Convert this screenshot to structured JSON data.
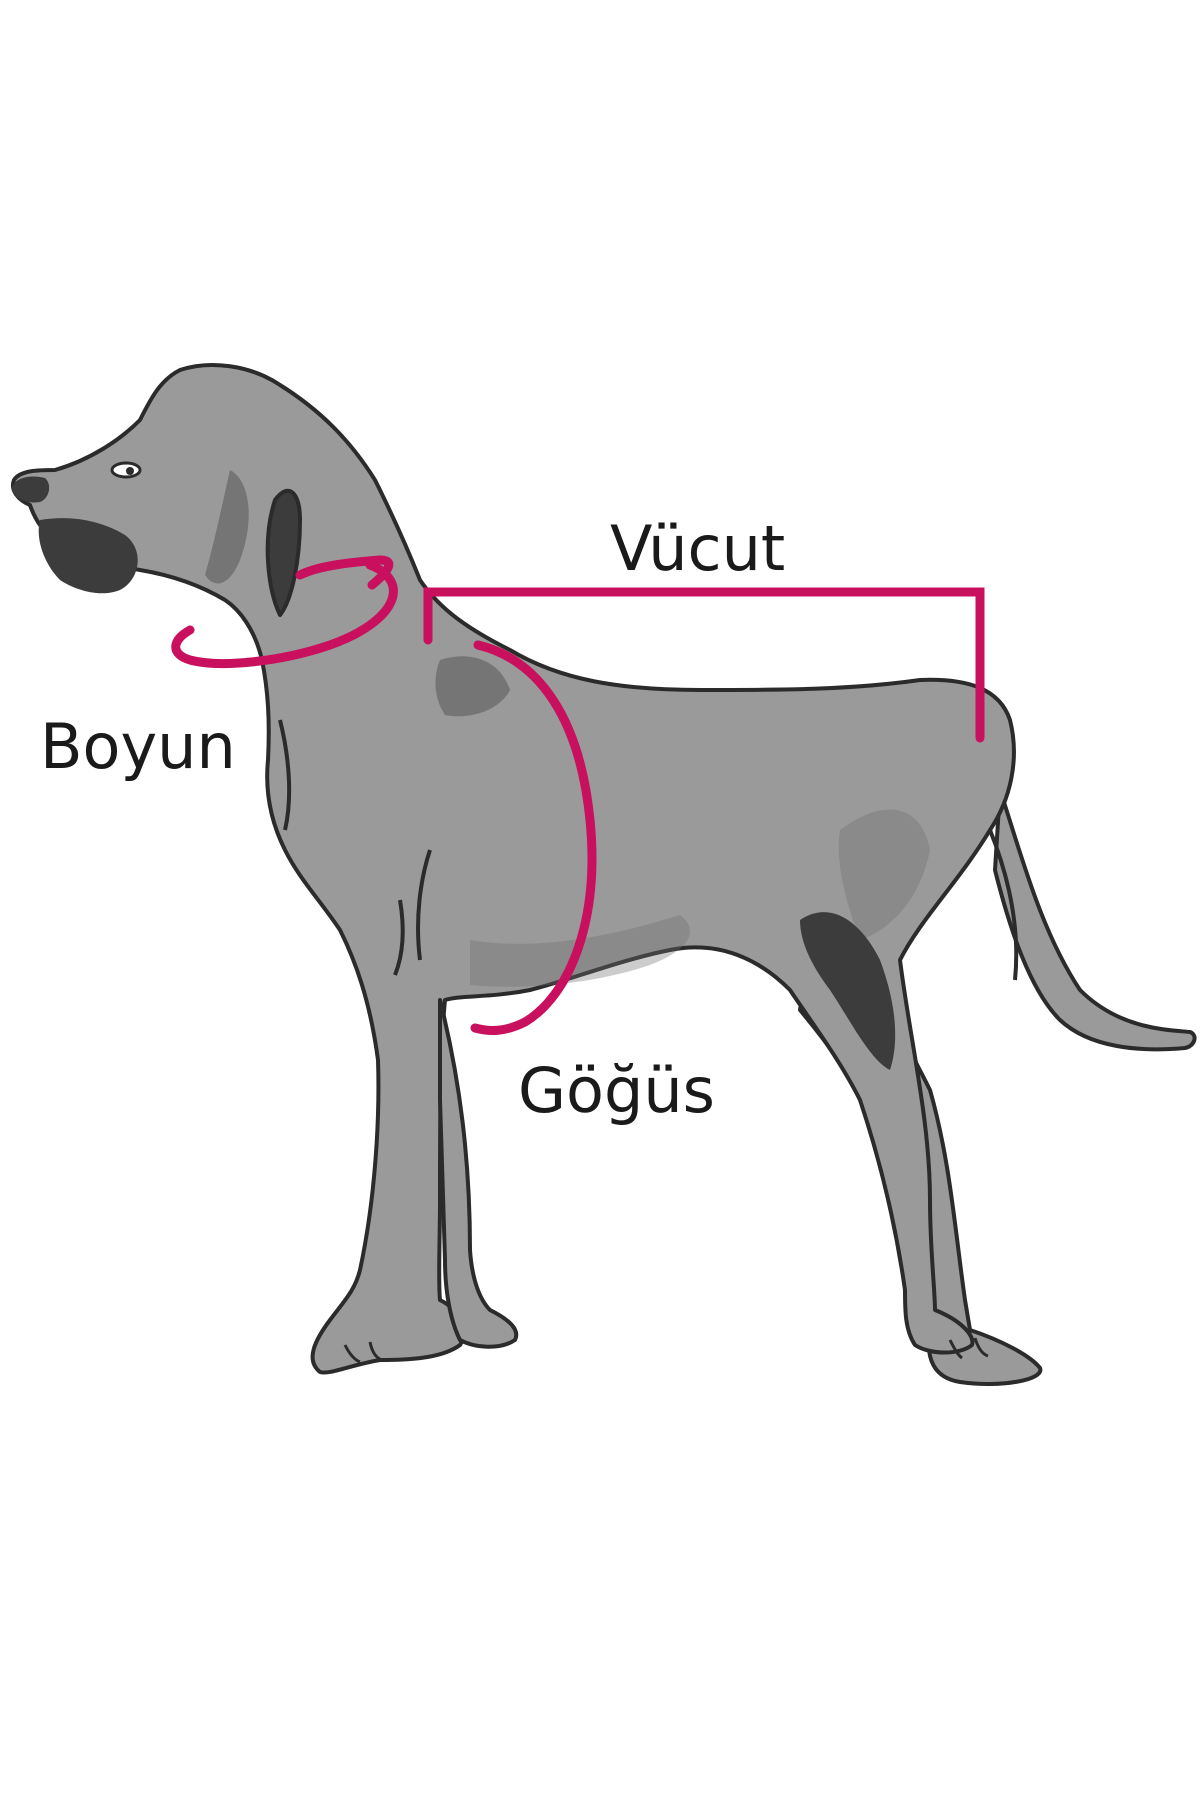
{
  "labels": {
    "body": "Vücut",
    "neck": "Boyun",
    "chest": "Göğüs"
  },
  "colors": {
    "accent": "#c8105f",
    "dog_fill": "#9a9a9a",
    "dog_shadow": "#6e6e6e",
    "dog_dark": "#3c3c3c",
    "outline": "#2b2b2b",
    "background": "#ffffff",
    "text": "#1a1a1a"
  }
}
